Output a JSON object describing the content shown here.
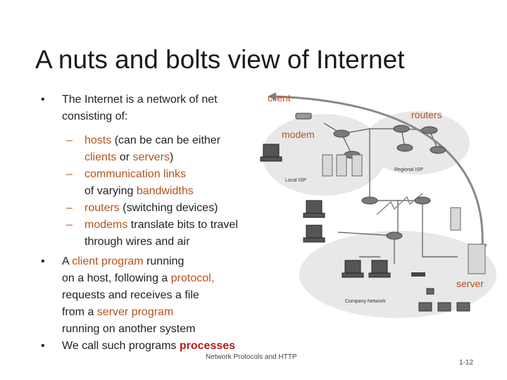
{
  "title": "A nuts and bolts view of Internet",
  "bullet1": {
    "line1": "The Internet is a network of net",
    "line2": "consisting of:"
  },
  "sub1": {
    "hl1": "hosts",
    "t1": " (can be can be either",
    "hl2": "clients",
    "t2": " or ",
    "hl3": "servers",
    "t3": ")"
  },
  "sub2": {
    "hl1": "communication links",
    "t1": "of varying ",
    "hl2": "bandwidths"
  },
  "sub3": {
    "hl1": "routers",
    "t1": " (switching devices)"
  },
  "sub4": {
    "hl1": "modems",
    "t1": " translate bits to travel",
    "t2": "through wires and air"
  },
  "bullet2": {
    "t1": "A ",
    "hl1": "client",
    "t2": " ",
    "hl2": "program",
    "t3": " running",
    "t4": "on a host, following a ",
    "hl3": "protocol,",
    "t5": "requests and receives a file",
    "t6": "from a ",
    "hl4": "server",
    "t7": " ",
    "hl5": "program",
    "t8": "running on another system"
  },
  "bullet3": {
    "t1": "We call such programs ",
    "hl1": "processes"
  },
  "bullet_symbol": "•",
  "dash_symbol": "–",
  "diagram": {
    "client_label": "client",
    "routers_label": "routers",
    "modem_label": "modem",
    "server_label": "server",
    "local_isp_label": "Local ISP",
    "regional_isp_label": "Regional ISP",
    "company_network_label": "Company Network",
    "accent_color": "#b5521e"
  },
  "footer": "Network Protocols and HTTP",
  "slide_number": "1-12"
}
